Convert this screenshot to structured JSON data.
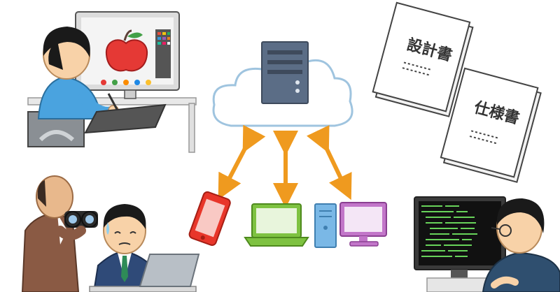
{
  "documents": {
    "design_doc_title": "設計書",
    "spec_doc_title": "仕様書"
  },
  "colors": {
    "arrow": "#ef9a1f",
    "cloud_outline": "#9fc4df",
    "server": "#5b6d86",
    "smartphone": "#e8362a",
    "laptop": "#7ec241",
    "desktop_pc": "#c276c9",
    "desktop_tower": "#7ab8e6",
    "terminal_text": "#68d35a"
  },
  "icons": [
    "designer-with-pen-tablet",
    "cloud-server",
    "smartphone",
    "laptop",
    "desktop-pc",
    "design-document",
    "specification-document",
    "manager-with-binoculars",
    "worried-office-worker",
    "programmer-at-terminal"
  ]
}
